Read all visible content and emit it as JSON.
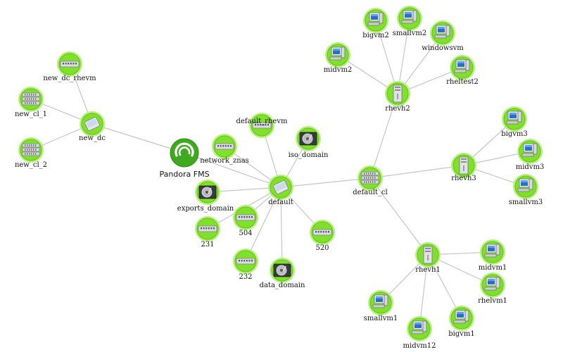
{
  "diagram": {
    "type": "network-map",
    "colors": {
      "background": "#ffffff",
      "edge": "#c6c6c6",
      "ok": "#80e02b",
      "ok_dark": "#5cc410",
      "ok_ring": "#b8f07e",
      "center": "#3fa91f"
    },
    "nodes": [
      {
        "id": "pandora",
        "label": "Pandora FMS",
        "kind": "center",
        "icon": "pandora-logo"
      },
      {
        "id": "new_dc",
        "label": "new_dc",
        "kind": "vm-host",
        "icon": "virtual-datacenter-icon"
      },
      {
        "id": "new_dc_rhevm",
        "label": "new_dc_rhevm",
        "kind": "network",
        "icon": "network-switch-icon"
      },
      {
        "id": "new_cl_1",
        "label": "new_cl_1",
        "kind": "cluster",
        "icon": "server-rack-icon"
      },
      {
        "id": "new_cl_2",
        "label": "new_cl_2",
        "kind": "cluster",
        "icon": "server-rack-icon"
      },
      {
        "id": "default",
        "label": "default",
        "kind": "vm-host",
        "icon": "virtual-datacenter-icon"
      },
      {
        "id": "default_rhevm",
        "label": "default_rhevm",
        "kind": "network",
        "icon": "network-switch-icon"
      },
      {
        "id": "iso_domain",
        "label": "iso_domain",
        "kind": "storage",
        "icon": "hard-disk-icon",
        "dark": true
      },
      {
        "id": "network_znas",
        "label": "network_znas",
        "kind": "network",
        "icon": "network-switch-icon"
      },
      {
        "id": "exports_domain",
        "label": "exports_domain",
        "kind": "storage",
        "icon": "hard-disk-icon"
      },
      {
        "id": "n231",
        "label": "231",
        "kind": "network",
        "icon": "network-switch-icon"
      },
      {
        "id": "n504",
        "label": "504",
        "kind": "network",
        "icon": "network-switch-icon"
      },
      {
        "id": "n232",
        "label": "232",
        "kind": "network",
        "icon": "network-switch-icon"
      },
      {
        "id": "data_domain",
        "label": "data_domain",
        "kind": "storage",
        "icon": "hard-disk-icon",
        "dark": true
      },
      {
        "id": "n520",
        "label": "520",
        "kind": "network",
        "icon": "network-switch-icon"
      },
      {
        "id": "default_cl",
        "label": "default_cl",
        "kind": "cluster",
        "icon": "server-rack-icon"
      },
      {
        "id": "rhevh2",
        "label": "rhevh2",
        "kind": "host",
        "icon": "tower-server-icon"
      },
      {
        "id": "rhevh3",
        "label": "rhevh3",
        "kind": "host",
        "icon": "tower-server-icon"
      },
      {
        "id": "rhevh1",
        "label": "rhevh1",
        "kind": "host",
        "icon": "tower-server-icon"
      },
      {
        "id": "bigvm2",
        "label": "bigvm2",
        "kind": "vm",
        "icon": "desktop-computer-icon"
      },
      {
        "id": "smallvm2",
        "label": "smallvm2",
        "kind": "vm",
        "icon": "desktop-computer-icon"
      },
      {
        "id": "windowsvm",
        "label": "windowsvm",
        "kind": "vm",
        "icon": "desktop-computer-icon"
      },
      {
        "id": "midvm2",
        "label": "midvm2",
        "kind": "vm",
        "icon": "desktop-computer-icon"
      },
      {
        "id": "rheltest2",
        "label": "rheltest2",
        "kind": "vm",
        "icon": "desktop-computer-icon"
      },
      {
        "id": "bigvm3",
        "label": "bigvm3",
        "kind": "vm",
        "icon": "desktop-computer-icon"
      },
      {
        "id": "midvm3",
        "label": "midvm3",
        "kind": "vm",
        "icon": "desktop-computer-icon"
      },
      {
        "id": "smallvm3",
        "label": "smallvm3",
        "kind": "vm",
        "icon": "desktop-computer-icon"
      },
      {
        "id": "midvm1",
        "label": "midvm1",
        "kind": "vm",
        "icon": "desktop-computer-icon"
      },
      {
        "id": "rhelvm1",
        "label": "rhelvm1",
        "kind": "vm",
        "icon": "desktop-computer-icon"
      },
      {
        "id": "bigvm1",
        "label": "bigvm1",
        "kind": "vm",
        "icon": "desktop-computer-icon"
      },
      {
        "id": "midvm12",
        "label": "midvm12",
        "kind": "vm",
        "icon": "desktop-computer-icon"
      },
      {
        "id": "smallvm1",
        "label": "smallvm1",
        "kind": "vm",
        "icon": "desktop-computer-icon"
      }
    ],
    "edges": [
      [
        "pandora",
        "new_dc"
      ],
      [
        "pandora",
        "default"
      ],
      [
        "new_dc",
        "new_dc_rhevm"
      ],
      [
        "new_dc",
        "new_cl_1"
      ],
      [
        "new_dc",
        "new_cl_2"
      ],
      [
        "default",
        "default_rhevm"
      ],
      [
        "default",
        "iso_domain"
      ],
      [
        "default",
        "network_znas"
      ],
      [
        "default",
        "exports_domain"
      ],
      [
        "default",
        "n231"
      ],
      [
        "default",
        "n504"
      ],
      [
        "default",
        "n232"
      ],
      [
        "default",
        "data_domain"
      ],
      [
        "default",
        "n520"
      ],
      [
        "default",
        "default_cl"
      ],
      [
        "default_cl",
        "rhevh2"
      ],
      [
        "default_cl",
        "rhevh3"
      ],
      [
        "default_cl",
        "rhevh1"
      ],
      [
        "rhevh2",
        "bigvm2"
      ],
      [
        "rhevh2",
        "smallvm2"
      ],
      [
        "rhevh2",
        "windowsvm"
      ],
      [
        "rhevh2",
        "midvm2"
      ],
      [
        "rhevh2",
        "rheltest2"
      ],
      [
        "rhevh3",
        "bigvm3"
      ],
      [
        "rhevh3",
        "midvm3"
      ],
      [
        "rhevh3",
        "smallvm3"
      ],
      [
        "rhevh1",
        "midvm1"
      ],
      [
        "rhevh1",
        "rhelvm1"
      ],
      [
        "rhevh1",
        "bigvm1"
      ],
      [
        "rhevh1",
        "midvm12"
      ],
      [
        "rhevh1",
        "smallvm1"
      ]
    ]
  }
}
